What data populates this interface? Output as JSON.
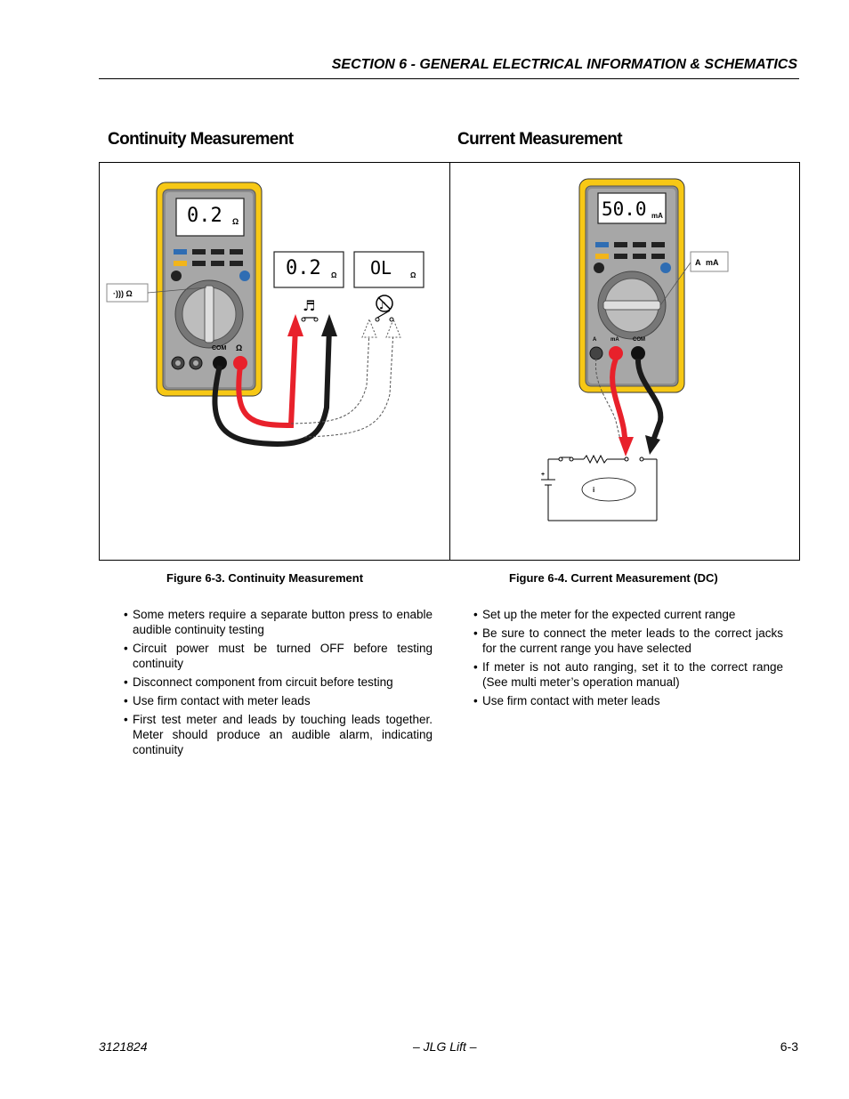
{
  "header": {
    "title": "SECTION 6 - GENERAL ELECTRICAL INFORMATION & SCHEMATICS"
  },
  "left": {
    "heading": "Continuity Measurement",
    "meter_display": "0.2",
    "meter_display_unit": "Ω",
    "meter_com_label": "COM",
    "meter_ohm_label": "Ω",
    "callout_label": "·))) Ω",
    "closed_switch_display": "0.2",
    "closed_switch_unit": "Ω",
    "open_switch_display": "OL",
    "open_switch_unit": "Ω",
    "caption": "Figure 6-3.  Continuity Measurement",
    "bullets": [
      "Some meters require a separate button press to enable audible continuity testing",
      "Circuit power must be turned OFF before testing continuity",
      "Disconnect component from circuit before testing",
      "Use firm contact with meter leads",
      "First test meter and leads by touching leads together. Meter should produce an audible alarm, indicating continuity"
    ]
  },
  "right": {
    "heading": "Current Measurement",
    "meter_display": "50.0",
    "meter_display_unit": "mA",
    "callout_a": "A",
    "callout_ma": "mA",
    "jack_a": "A",
    "jack_ma": "mA",
    "jack_com": "COM",
    "current_label": "i",
    "caption": "Figure 6-4.  Current Measurement (DC)",
    "bullets": [
      "Set up the meter for the expected current range",
      "Be sure to connect the meter leads to the correct jacks for the current range you have selected",
      "If meter is not auto ranging, set it to the correct range (See multi meter’s operation manual)",
      "Use firm contact with meter leads"
    ]
  },
  "footer": {
    "doc_number": "3121824",
    "center": "– JLG Lift –",
    "page": "6-3"
  },
  "colors": {
    "meter_yellow": "#f7c815",
    "lead_red": "#e8212b",
    "lead_black": "#1a1a1a",
    "button_blue": "#2f6db3",
    "button_yellow": "#f2b51b"
  }
}
